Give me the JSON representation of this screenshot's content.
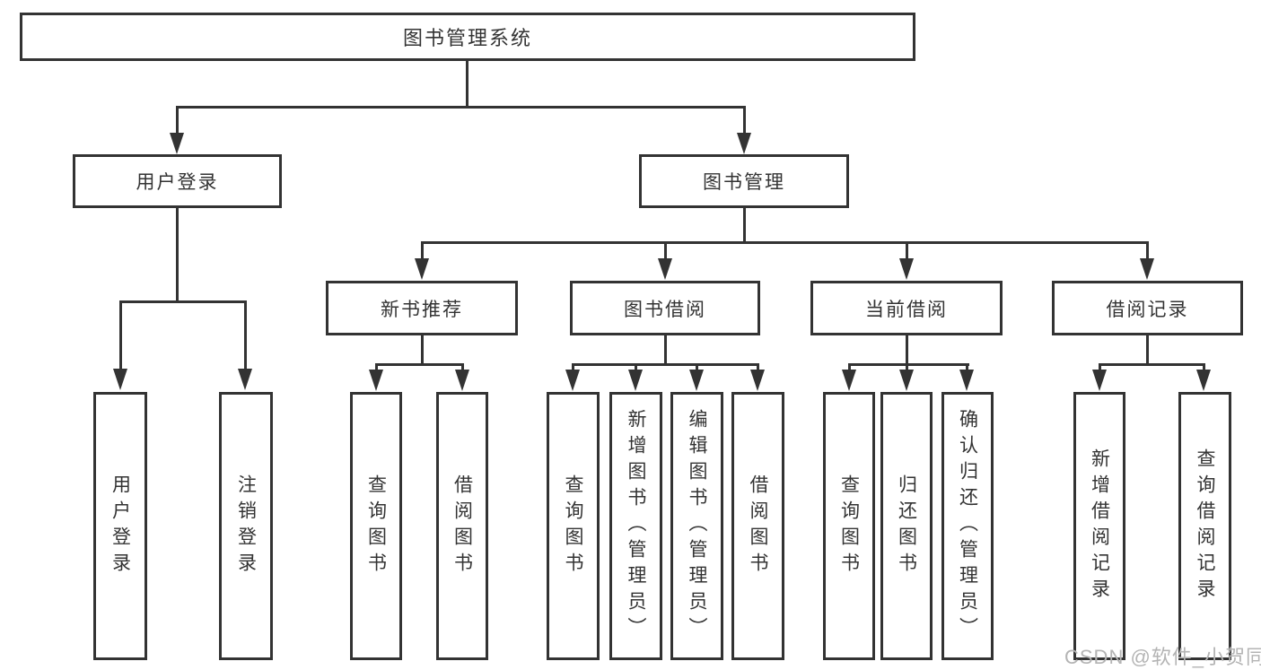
{
  "colors": {
    "line": "#333333",
    "text": "#333333",
    "watermark": "#b4b4b4",
    "bg": "#ffffff"
  },
  "root": {
    "label": "图书管理系统"
  },
  "branches": [
    {
      "label": "用户登录",
      "children": [
        {
          "label": "用户登录"
        },
        {
          "label": "注销登录"
        }
      ]
    },
    {
      "label": "图书管理",
      "groups": [
        {
          "label": "新书推荐",
          "children": [
            {
              "label": "查询图书"
            },
            {
              "label": "借阅图书"
            }
          ]
        },
        {
          "label": "图书借阅",
          "children": [
            {
              "label": "查询图书"
            },
            {
              "label": "新增图书（管理员）"
            },
            {
              "label": "编辑图书（管理员）"
            },
            {
              "label": "借阅图书"
            }
          ]
        },
        {
          "label": "当前借阅",
          "children": [
            {
              "label": "查询图书"
            },
            {
              "label": "归还图书"
            },
            {
              "label": "确认归还（管理员）"
            }
          ]
        },
        {
          "label": "借阅记录",
          "children": [
            {
              "label": "新增借阅记录"
            },
            {
              "label": "查询借阅记录"
            }
          ]
        }
      ]
    }
  ],
  "watermark": {
    "text": "CSDN @软件_小贺同学"
  }
}
